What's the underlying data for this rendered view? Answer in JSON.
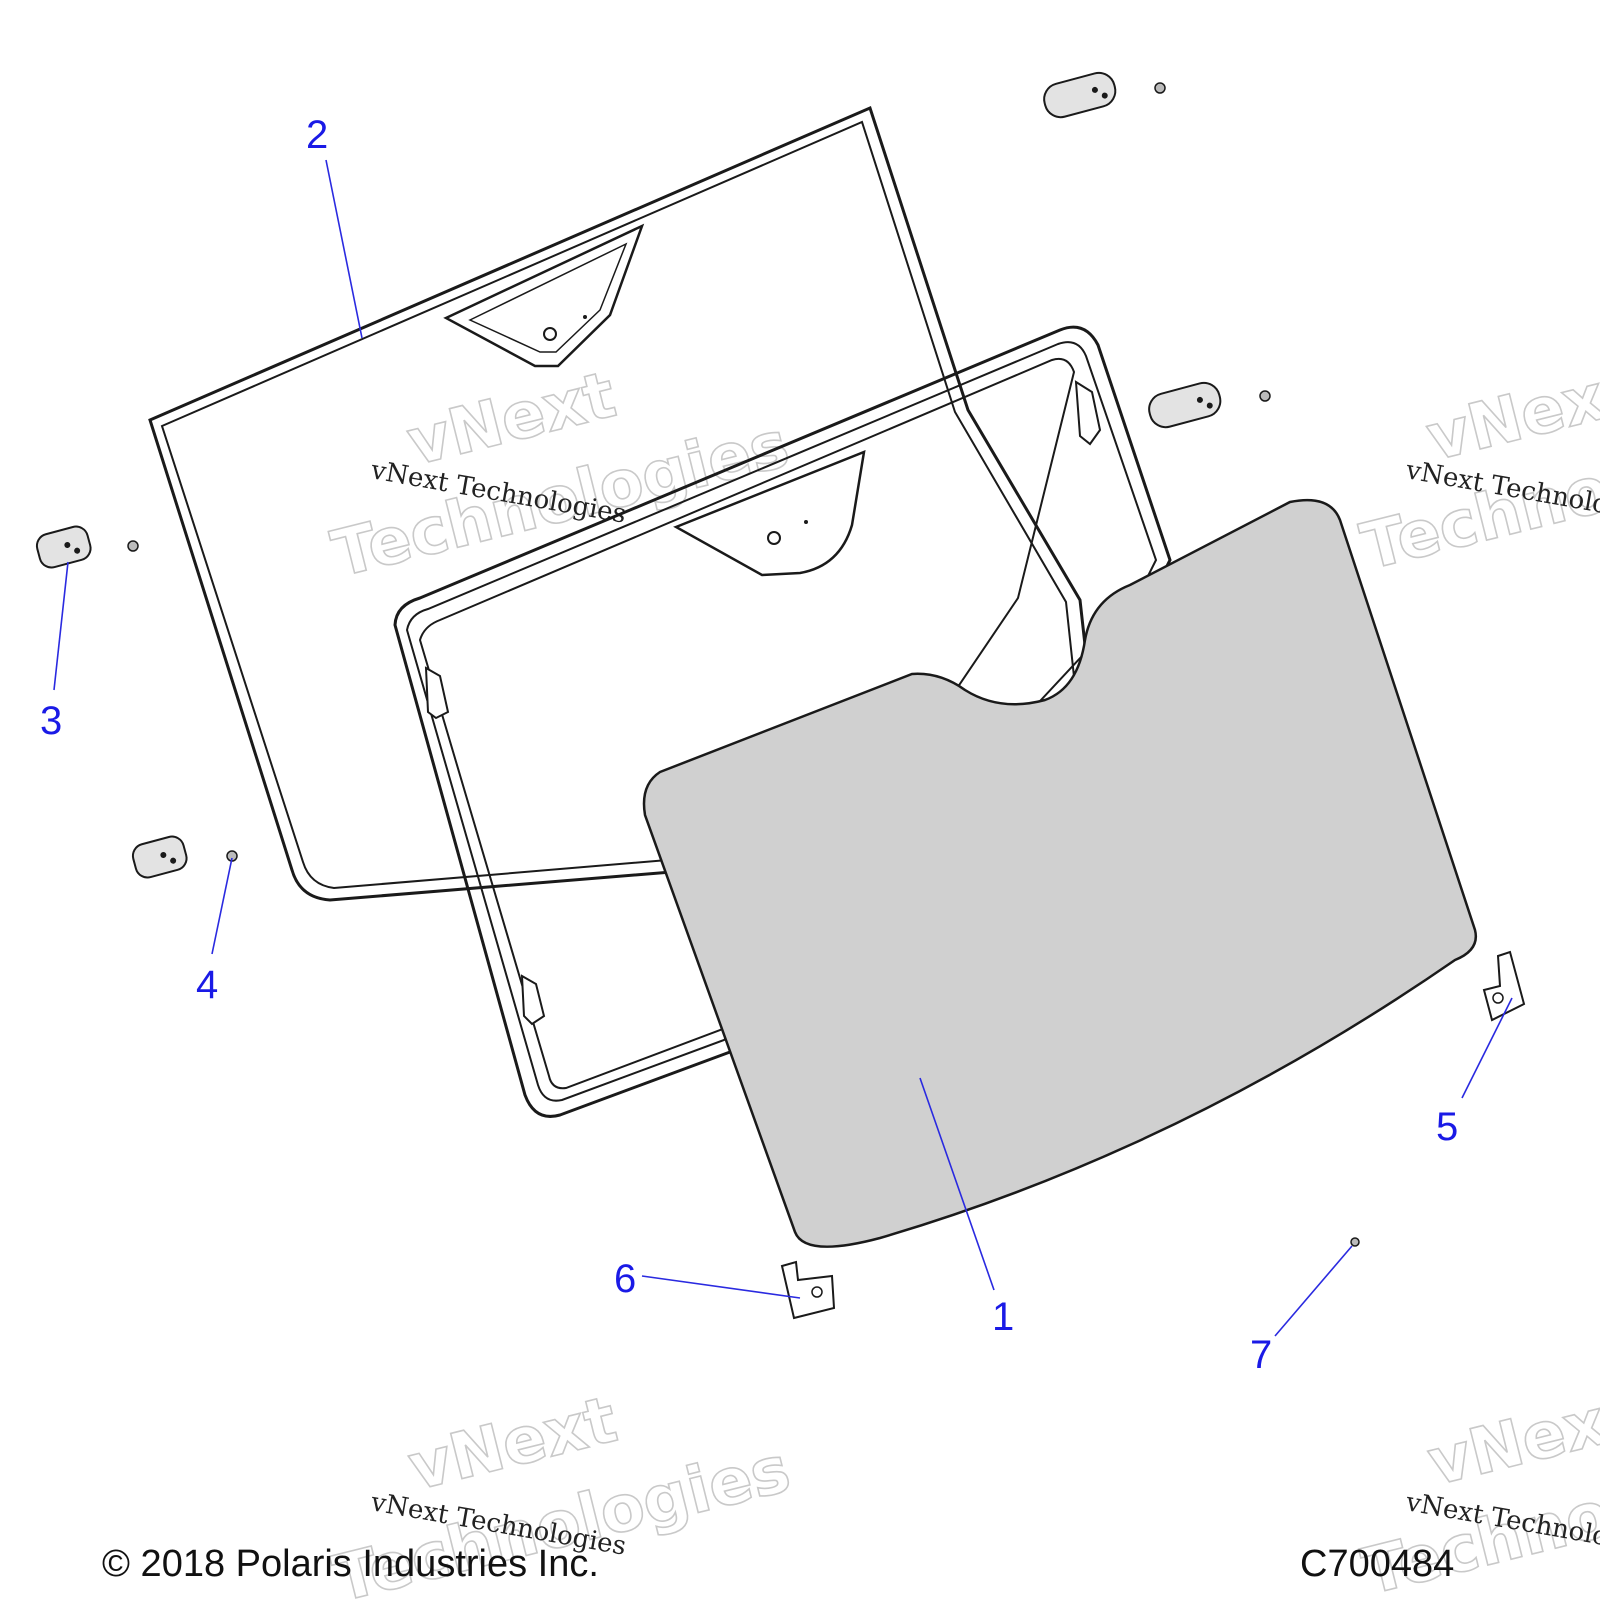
{
  "callouts": [
    {
      "id": "callout-1",
      "label": "1"
    },
    {
      "id": "callout-2",
      "label": "2"
    },
    {
      "id": "callout-3",
      "label": "3"
    },
    {
      "id": "callout-4",
      "label": "4"
    },
    {
      "id": "callout-5",
      "label": "5"
    },
    {
      "id": "callout-6",
      "label": "6"
    },
    {
      "id": "callout-7",
      "label": "7"
    }
  ],
  "watermark": {
    "line_small": "vNext Technologies",
    "line_big_1": "vNext",
    "line_big_2": "Technologies"
  },
  "footer": {
    "copyright": "© 2018 Polaris Industries Inc.",
    "drawing_code": "C700484"
  },
  "colors": {
    "callout": "#1a1ae6",
    "glass_fill": "#d0d0d0",
    "line": "#1a1a1a"
  }
}
